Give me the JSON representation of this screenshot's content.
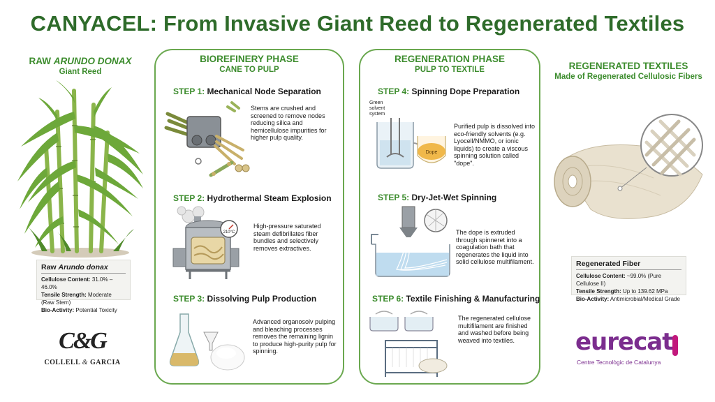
{
  "title": "CANYACEL: From Invasive Giant Reed to Regenerated Textiles",
  "raw": {
    "heading_prefix": "RAW ",
    "heading_italic": "ARUNDO DONAX",
    "subheading": "Giant Reed",
    "box_title_prefix": "Raw ",
    "box_title_italic": "Arundo donax",
    "rows": [
      {
        "label": "Cellulose Content:",
        "value": "31.0% – 46.0%"
      },
      {
        "label": "Tensile Strength:",
        "value": "Moderate (Raw Stem)"
      },
      {
        "label": "Bio-Activity:",
        "value": "Potential Toxicity"
      }
    ]
  },
  "biorefinery": {
    "heading": "BIOREFINERY PHASE",
    "subheading": "CANE TO PULP",
    "steps": [
      {
        "num": "STEP 1:",
        "name": "Mechanical Node Separation",
        "desc": "Stems are crushed and screened to remove nodes reducing silica and hemicellulose impurities for higher pulp quality."
      },
      {
        "num": "STEP 2:",
        "name": "Hydrothermal Steam Explosion",
        "desc": "High-pressure saturated steam defibrillates fiber bundles and selectively removes extractives."
      },
      {
        "num": "STEP 3:",
        "name": "Dissolving Pulp Production",
        "desc": "Advanced organosolv pulping and bleaching processes removes the remaining lignin to produce high-purity pulp for spinning."
      }
    ],
    "gauge_label": "210°C"
  },
  "regeneration": {
    "heading": "REGENERATION PHASE",
    "subheading": "PULP TO TEXTILE",
    "steps": [
      {
        "num": "STEP 4:",
        "name": "Spinning Dope Preparation",
        "desc": "Purified pulp is dissolved into eco-friendly solvents (e.g. Lyocell/NMMO, or ionic liquids) to create a viscous spinning solution called \"dope\"."
      },
      {
        "num": "STEP 5:",
        "name": "Dry-Jet-Wet Spinning",
        "desc": "The dope is extruded through spinneret into a coagulation bath that regenerates the liquid into solid cellulose multifilament."
      },
      {
        "num": "STEP 6:",
        "name": "Textile Finishing & Manufacturing",
        "desc": "The regenerated cellulose multifilament are finished and washed before being weaved into textiles."
      }
    ],
    "solvent_label": "Green solvent system",
    "dope_label": "Dope"
  },
  "textiles": {
    "heading": "REGENERATED TEXTILES",
    "subheading": "Made of Regenerated Cellulosic Fibers",
    "box_title": "Regenerated Fiber",
    "rows": [
      {
        "label": "Cellulose Content:",
        "value": "~99.0% (Pure Cellulose II)"
      },
      {
        "label": "Tensile Strength:",
        "value": "Up to 139.62 MPa"
      },
      {
        "label": "Bio-Activity:",
        "value": "Antimicrobial/Medical Grade"
      }
    ]
  },
  "logos": {
    "collell_mark": "C&G",
    "collell_name_a": "COLLELL",
    "collell_amp": "&",
    "collell_name_b": "GARCIA",
    "eurecat_name": "eurecat",
    "eurecat_tagline": "Centre Tecnològic de Catalunya"
  },
  "colors": {
    "brand_green": "#3c8c2d",
    "title_green": "#2e6b2a",
    "panel_border": "#6aa84f",
    "eurecat_purple": "#7b2d8e",
    "eurecat_magenta": "#c2187c"
  }
}
